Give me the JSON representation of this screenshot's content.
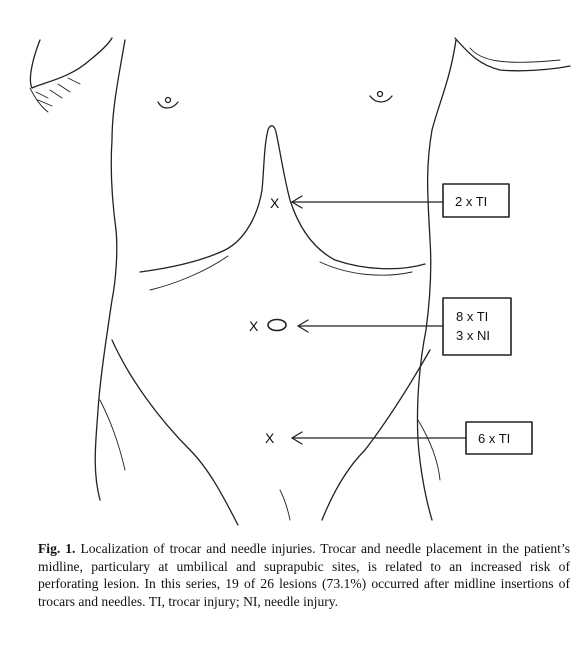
{
  "figure": {
    "markers": [
      {
        "symbol": "X",
        "site": "upper",
        "labels": [
          "2 x TI"
        ]
      },
      {
        "symbol": "X",
        "site": "umbilical",
        "circle": true,
        "labels": [
          "8 x TI",
          "3 x NI"
        ]
      },
      {
        "symbol": "X",
        "site": "suprapubic",
        "labels": [
          "6 x TI"
        ]
      }
    ]
  },
  "caption": {
    "label": "Fig. 1.",
    "text": "Localization of trocar and needle injuries. Trocar and needle placement in the patient’s midline, particulary at umbilical and suprapubic sites, is related to an increased risk of perforating lesion. In this series, 19 of 26 lesions (73.1%) occurred after midline insertions of trocars and needles. TI, trocar injury; NI, needle injury."
  }
}
